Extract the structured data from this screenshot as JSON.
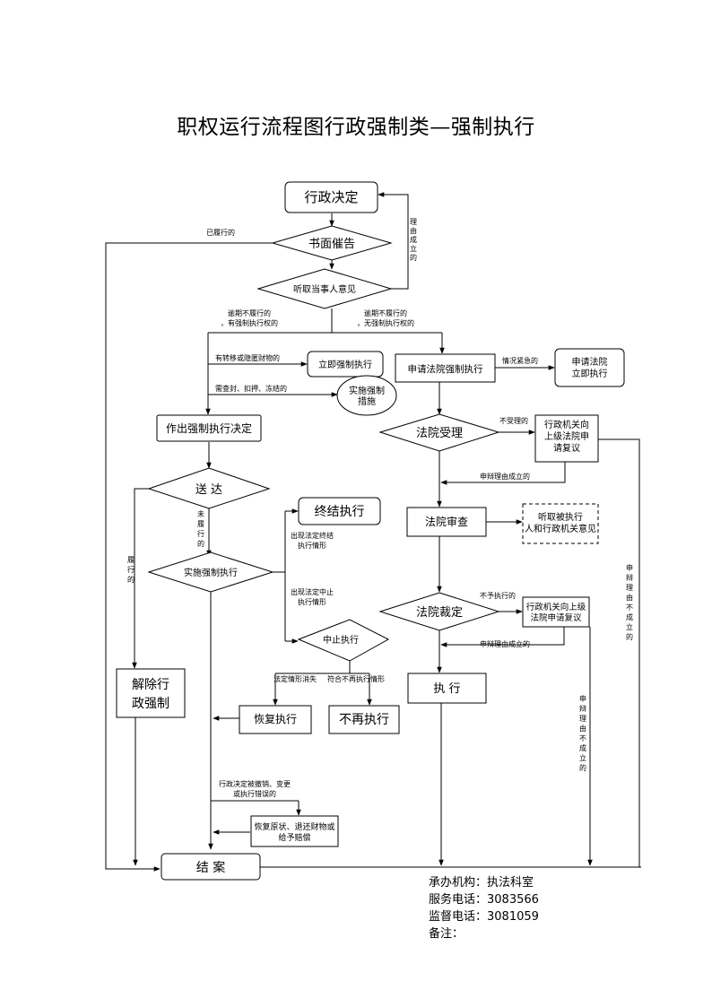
{
  "title": "职权运行流程图行政强制类—强制执行",
  "nodes": {
    "n_decision": "行政决定",
    "n_notice": "书面催告",
    "n_hear": "听取当事人意见",
    "n_immediate": "立即强制执行",
    "n_measures": "实施强制措施",
    "n_make": "作出强制执行决定",
    "n_deliver": "送 达",
    "n_implement": "实施强制执行",
    "n_terminate": "终结执行",
    "n_suspend": "中止执行",
    "n_resume": "恢复执行",
    "n_noexec": "不再执行",
    "n_release": "解除行政强制",
    "n_restore": "恢复原状、退还财物或给予赔偿",
    "n_close": "结 案",
    "n_apply": "申请法院强制执行",
    "n_court_now": "申请法院立即执行",
    "n_accept": "法院受理",
    "n_review_req1": "行政机关向上级法院申请复议",
    "n_examine": "法院审查",
    "n_hear_parties": "听取被执行人和行政机关意见",
    "n_ruling": "法院裁定",
    "n_review_req2": "行政机关向上级法院申请复议",
    "n_execute": "执 行"
  },
  "labels": {
    "l_performed": "已履行的",
    "l_reason_valid": "理由成立的",
    "l_overdue_right": "逾期不履行的，有强制执行权的",
    "l_overdue_noright": "逾期不履行的，无强制执行权的",
    "l_transfer": "有转移或隐匿财物的",
    "l_seal": "需查封、扣押、冻结的",
    "l_urgent": "情况紧急的",
    "l_not_accepted": "不受理的",
    "l_review_valid1": "申辩理由成立的",
    "l_not_performed": "未履行的",
    "l_performed2": "履行的",
    "l_term_cond": "出现法定终结执行情形",
    "l_susp_cond": "出现法定中止执行情形",
    "l_cond_gone": "法定情形消失",
    "l_no_exec_cond": "符合不再执行情形",
    "l_not_enforce": "不予执行的",
    "l_review_valid2": "申辩理由成立的",
    "l_revoked": "行政决定被撤销、变更或执行错误的",
    "l_review_invalid1": "申辩理由不成立的",
    "l_review_invalid2": "申辩理由不成立的"
  },
  "footer": {
    "org": "承办机构：执法科室",
    "service_phone": "服务电话：3083566",
    "supervise_phone": "监督电话：3081059",
    "remark": "备注："
  }
}
